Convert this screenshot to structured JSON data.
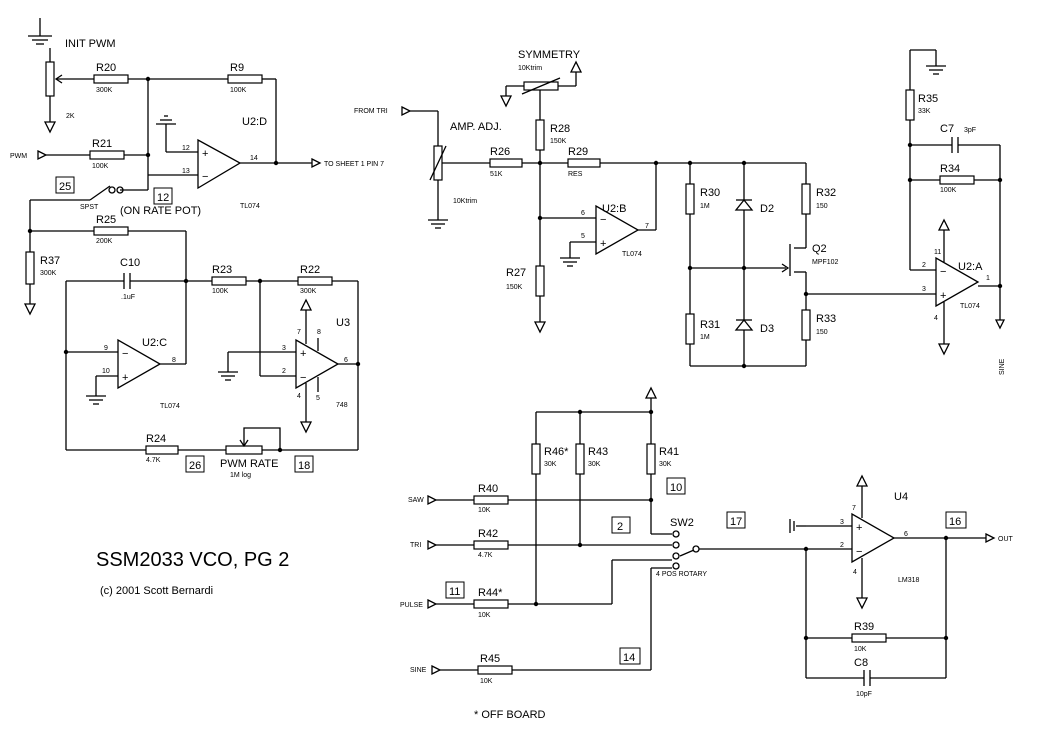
{
  "title": "SSM2033 VCO, PG 2",
  "copyright": "(c) 2001 Scott Bernardi",
  "off_board_note": "* OFF BOARD",
  "labels": {
    "init_pwm": "INIT PWM",
    "pwm": "PWM",
    "to_sheet": "TO SHEET 1 PIN 7",
    "spst": "SPST",
    "on_rate_pot": "(ON RATE POT)",
    "pwm_rate": "PWM RATE",
    "pwm_rate_val": "1M log",
    "from_tri": "FROM TRI",
    "amp_adj": "AMP. ADJ.",
    "amp_adj_val": "10Ktrim",
    "symmetry": "SYMMETRY",
    "symmetry_val": "10Ktrim",
    "sine_out": "SINE",
    "saw": "SAW",
    "tri": "TRI",
    "pulse": "PULSE",
    "sine": "SINE",
    "sw2": "SW2",
    "rotary": "4 POS ROTARY",
    "out": "OUT",
    "pot_2k": "2K"
  },
  "boxes": {
    "b25": "25",
    "b12": "12",
    "b26": "26",
    "b18": "18",
    "b10": "10",
    "b2": "2",
    "b17": "17",
    "b16": "16",
    "b11": "11",
    "b14": "14"
  },
  "components": {
    "R20": {
      "ref": "R20",
      "val": "300K"
    },
    "R9": {
      "ref": "R9",
      "val": "100K"
    },
    "R21": {
      "ref": "R21",
      "val": "100K"
    },
    "R25": {
      "ref": "R25",
      "val": "200K"
    },
    "R37": {
      "ref": "R37",
      "val": "300K"
    },
    "C10": {
      "ref": "C10",
      "val": ".1uF"
    },
    "R23": {
      "ref": "R23",
      "val": "100K"
    },
    "R22": {
      "ref": "R22",
      "val": "300K"
    },
    "R24": {
      "ref": "R24",
      "val": "4.7K"
    },
    "R26": {
      "ref": "R26",
      "val": "51K"
    },
    "R28": {
      "ref": "R28",
      "val": "150K"
    },
    "R29": {
      "ref": "R29",
      "val": "RES"
    },
    "R27": {
      "ref": "R27",
      "val": "150K"
    },
    "R30": {
      "ref": "R30",
      "val": "1M"
    },
    "R31": {
      "ref": "R31",
      "val": "1M"
    },
    "R32": {
      "ref": "R32",
      "val": "150"
    },
    "R33": {
      "ref": "R33",
      "val": "150"
    },
    "R35": {
      "ref": "R35",
      "val": "33K"
    },
    "C7": {
      "ref": "C7",
      "val": "3pF"
    },
    "R34": {
      "ref": "R34",
      "val": "100K"
    },
    "R46": {
      "ref": "R46*",
      "val": "30K"
    },
    "R43": {
      "ref": "R43",
      "val": "30K"
    },
    "R41": {
      "ref": "R41",
      "val": "30K"
    },
    "R40": {
      "ref": "R40",
      "val": "10K"
    },
    "R42": {
      "ref": "R42",
      "val": "4.7K"
    },
    "R44": {
      "ref": "R44*",
      "val": "10K"
    },
    "R45": {
      "ref": "R45",
      "val": "10K"
    },
    "R39": {
      "ref": "R39",
      "val": "10K"
    },
    "C8": {
      "ref": "C8",
      "val": "10pF"
    },
    "D2": {
      "ref": "D2"
    },
    "D3": {
      "ref": "D3"
    },
    "Q2": {
      "ref": "Q2",
      "val": "MPF102"
    }
  },
  "ics": {
    "U2D": {
      "ref": "U2:D",
      "part": "TL074"
    },
    "U2C": {
      "ref": "U2:C",
      "part": "TL074"
    },
    "U3": {
      "ref": "U3",
      "part": "748"
    },
    "U2B": {
      "ref": "U2:B",
      "part": "TL074"
    },
    "U2A": {
      "ref": "U2:A",
      "part": "TL074"
    },
    "U4": {
      "ref": "U4",
      "part": "LM318"
    }
  },
  "pins": {
    "p12": "12",
    "p13": "13",
    "p14": "14",
    "p9": "9",
    "p10": "10",
    "p8": "8",
    "p3": "3",
    "p2": "2",
    "p6": "6",
    "p7": "7",
    "p4": "4",
    "p5": "5",
    "p11": "11",
    "p1": "1",
    "plus": "+",
    "minus": "−"
  }
}
